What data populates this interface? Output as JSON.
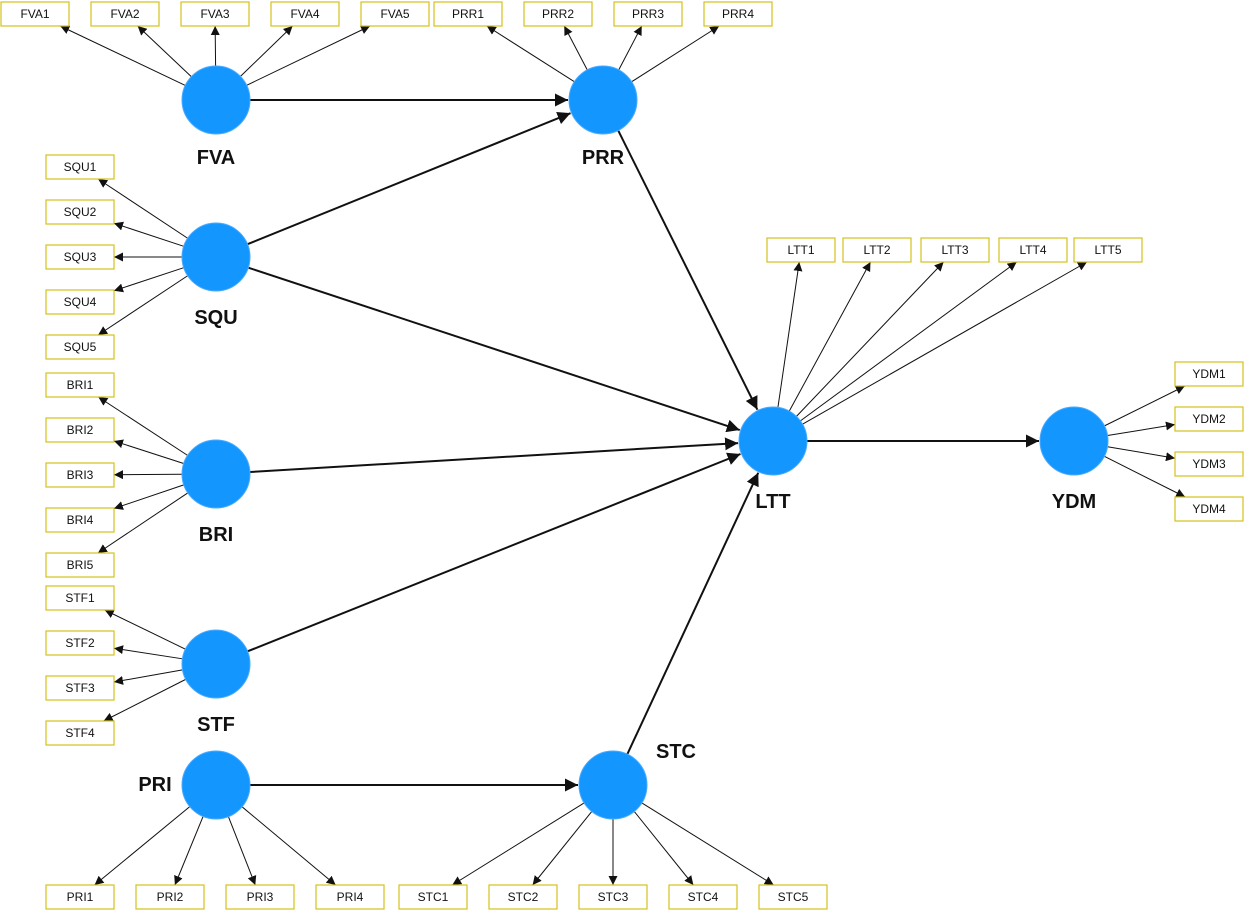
{
  "diagram": {
    "type": "PLS-SEM path model",
    "colors": {
      "construct_fill": "#1496ff",
      "indicator_border": "#d4c21a",
      "edge": "#111111"
    },
    "constructs": [
      {
        "id": "FVA",
        "label": "FVA",
        "indicators": [
          "FVA1",
          "FVA2",
          "FVA3",
          "FVA4",
          "FVA5"
        ]
      },
      {
        "id": "PRR",
        "label": "PRR",
        "indicators": [
          "PRR1",
          "PRR2",
          "PRR3",
          "PRR4"
        ]
      },
      {
        "id": "SQU",
        "label": "SQU",
        "indicators": [
          "SQU1",
          "SQU2",
          "SQU3",
          "SQU4",
          "SQU5"
        ]
      },
      {
        "id": "BRI",
        "label": "BRI",
        "indicators": [
          "BRI1",
          "BRI2",
          "BRI3",
          "BRI4",
          "BRI5"
        ]
      },
      {
        "id": "STF",
        "label": "STF",
        "indicators": [
          "STF1",
          "STF2",
          "STF3",
          "STF4"
        ]
      },
      {
        "id": "PRI",
        "label": "PRI",
        "indicators": [
          "PRI1",
          "PRI2",
          "PRI3",
          "PRI4"
        ]
      },
      {
        "id": "STC",
        "label": "STC",
        "indicators": [
          "STC1",
          "STC2",
          "STC3",
          "STC4",
          "STC5"
        ]
      },
      {
        "id": "LTT",
        "label": "LTT",
        "indicators": [
          "LTT1",
          "LTT2",
          "LTT3",
          "LTT4",
          "LTT5"
        ]
      },
      {
        "id": "YDM",
        "label": "YDM",
        "indicators": [
          "YDM1",
          "YDM2",
          "YDM3",
          "YDM4"
        ]
      }
    ],
    "paths": [
      {
        "from": "FVA",
        "to": "PRR"
      },
      {
        "from": "SQU",
        "to": "PRR"
      },
      {
        "from": "SQU",
        "to": "LTT"
      },
      {
        "from": "PRR",
        "to": "LTT"
      },
      {
        "from": "BRI",
        "to": "LTT"
      },
      {
        "from": "STF",
        "to": "LTT"
      },
      {
        "from": "PRI",
        "to": "STC"
      },
      {
        "from": "STC",
        "to": "LTT"
      },
      {
        "from": "LTT",
        "to": "YDM"
      }
    ]
  }
}
